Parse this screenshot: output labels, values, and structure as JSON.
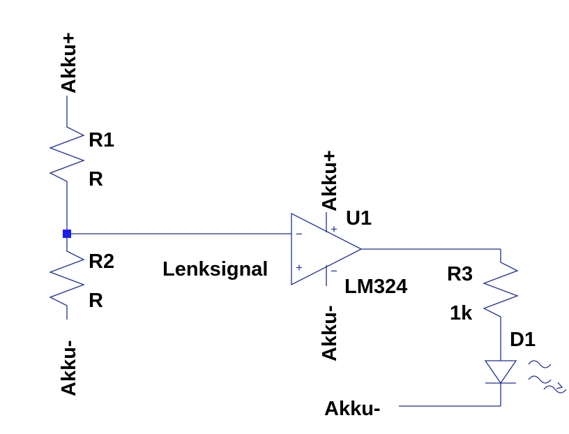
{
  "nets": {
    "supply_pos": "Akku+",
    "supply_neg": "Akku-",
    "signal": "Lenksignal"
  },
  "components": {
    "r1": {
      "ref": "R1",
      "value": "R"
    },
    "r2": {
      "ref": "R2",
      "value": "R"
    },
    "r3": {
      "ref": "R3",
      "value": "1k"
    },
    "u1": {
      "ref": "U1",
      "value": "LM324",
      "pin_inv": "−",
      "pin_noninv": "+",
      "pin_vpos": "+",
      "pin_vneg": "−"
    },
    "d1": {
      "ref": "D1"
    }
  },
  "colors": {
    "wire": "#1f2f8f",
    "junction": "#1a1aff",
    "label": "#000000"
  }
}
